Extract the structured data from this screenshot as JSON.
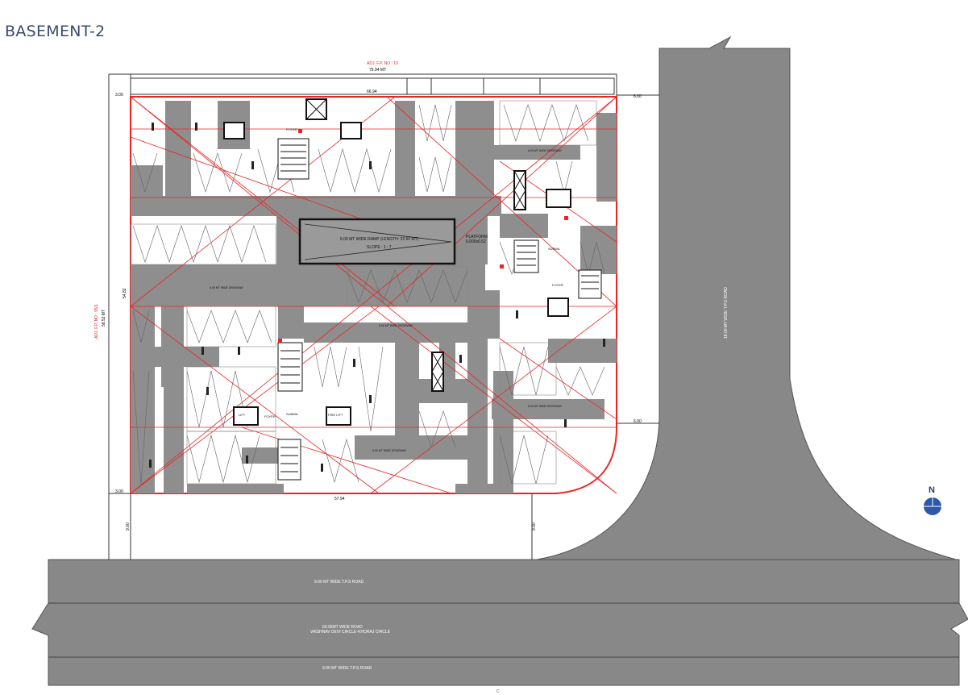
{
  "title": "BASEMENT-2",
  "north": "N",
  "labels": {
    "adj_north": "ADJ. F.P. NO : 10",
    "width_top": "75.94 MT",
    "inner_width_top": "66.94",
    "inner_width_bottom": "57.94",
    "adj_west": "ADJ. F.P. NO : 95/1",
    "depth_west": "58.52 MT",
    "depth_inner": "54.82",
    "margin_nw": "3.00",
    "margin_ne": "6.00",
    "margin_sw": "3.00",
    "margin_se": "6.00",
    "margin_bottom_left": "9.00",
    "margin_bottom_mid": "9.00",
    "road_east": "18.00 MT WIDE T.P.S ROAD",
    "road_bottom_1": "9.00 MT WIDE T.P.S ROAD",
    "road_bottom_2a": "60.96MT WIDE ROAD",
    "road_bottom_2b": "VAISHNAV DEVI CIRCLE-KHORAJ CIRCLE",
    "road_bottom_3": "9.00 MT WIDE T.P.S ROAD",
    "ramp_a": "6.00 MT WIDE RAMP (LENGTH: 32.60 MT)",
    "ramp_b": "SLOPE : 1 : 7",
    "platform_a": "PLATFORM",
    "platform_b": "6.000x6.52",
    "lift_a": "LIFT",
    "fire_lift": "FIRE LIFT",
    "foyer": "FOYER",
    "subwa": "SUBWA",
    "driveway": "6.00 MT WIDE DRIVEWAY",
    "compass_bottom": "C"
  }
}
